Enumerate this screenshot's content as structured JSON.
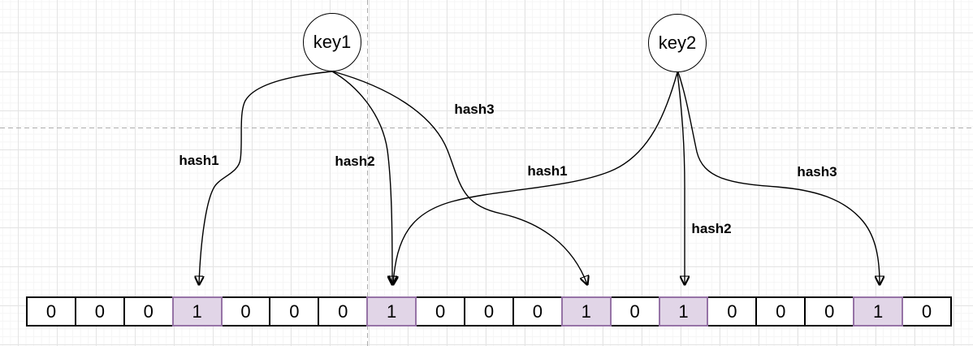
{
  "diagram": {
    "type": "bloom-filter",
    "keys": [
      {
        "id": "key1",
        "label": "key1"
      },
      {
        "id": "key2",
        "label": "key2"
      }
    ],
    "hash_arrows": [
      {
        "key": "key1",
        "label": "hash1",
        "target_index": 3
      },
      {
        "key": "key1",
        "label": "hash2",
        "target_index": 7
      },
      {
        "key": "key1",
        "label": "hash3",
        "target_index": 11
      },
      {
        "key": "key2",
        "label": "hash1",
        "target_index": 7
      },
      {
        "key": "key2",
        "label": "hash2",
        "target_index": 13
      },
      {
        "key": "key2",
        "label": "hash3",
        "target_index": 17
      }
    ],
    "bit_array": {
      "values": [
        0,
        0,
        0,
        1,
        0,
        0,
        0,
        1,
        0,
        0,
        0,
        1,
        0,
        1,
        0,
        0,
        0,
        1,
        0
      ],
      "highlighted_indices": [
        3,
        7,
        11,
        13,
        17
      ]
    }
  },
  "colors": {
    "highlight_fill": "#E1D5E7",
    "highlight_border": "#9673A6",
    "cell_border": "#000000",
    "line": "#000000",
    "grid_minor": "#F5F5F5",
    "grid_major": "#E4E4E4",
    "page_guide": "#ADADAD"
  }
}
